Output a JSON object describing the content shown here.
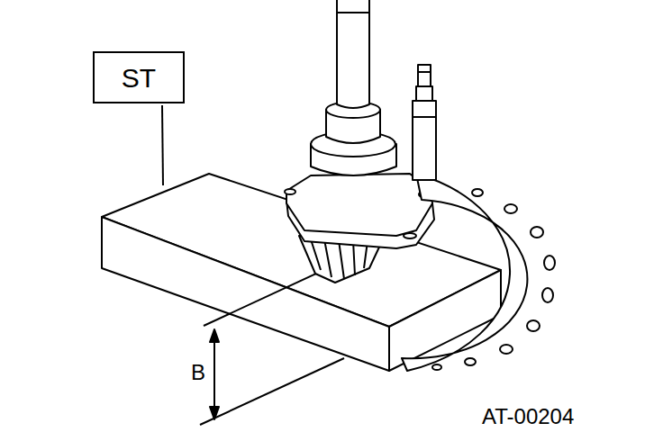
{
  "diagram": {
    "nodes": [
      {
        "text": [
          "ST"
        ]
      }
    ],
    "labels": [
      "B",
      "AT-00204"
    ]
  }
}
